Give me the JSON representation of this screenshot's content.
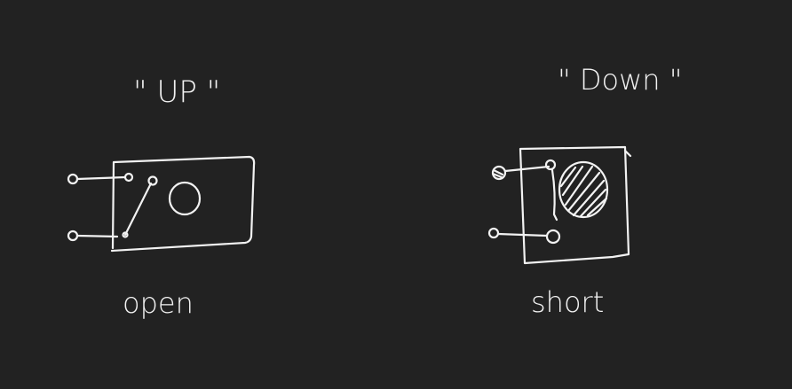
{
  "diagram": {
    "left": {
      "caption": "\" UP \"",
      "label": "open"
    },
    "right": {
      "caption": "\" Down \"",
      "label": "short"
    },
    "colors": {
      "background": "#222222",
      "ink": "#f2f2f2"
    }
  }
}
